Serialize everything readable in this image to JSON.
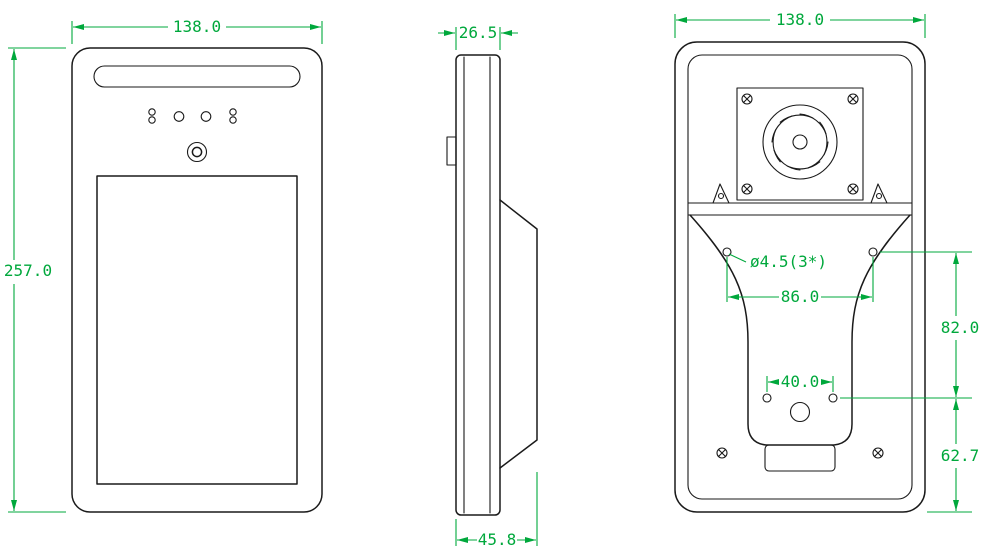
{
  "colors": {
    "outline": "#1a1a1a",
    "dimension": "#00a83c",
    "background": "#ffffff"
  },
  "drawing": {
    "front": {
      "width": "138.0",
      "height": "257.0"
    },
    "side": {
      "thickness": "26.5",
      "total_depth": "45.8"
    },
    "back": {
      "width": "138.0",
      "mount_hole_note": "ø4.5(3*)",
      "mount_hole_spacing": "86.0",
      "upper_span": "82.0",
      "lower_span": "62.7",
      "bottom_hole_spacing": "40.0"
    }
  }
}
